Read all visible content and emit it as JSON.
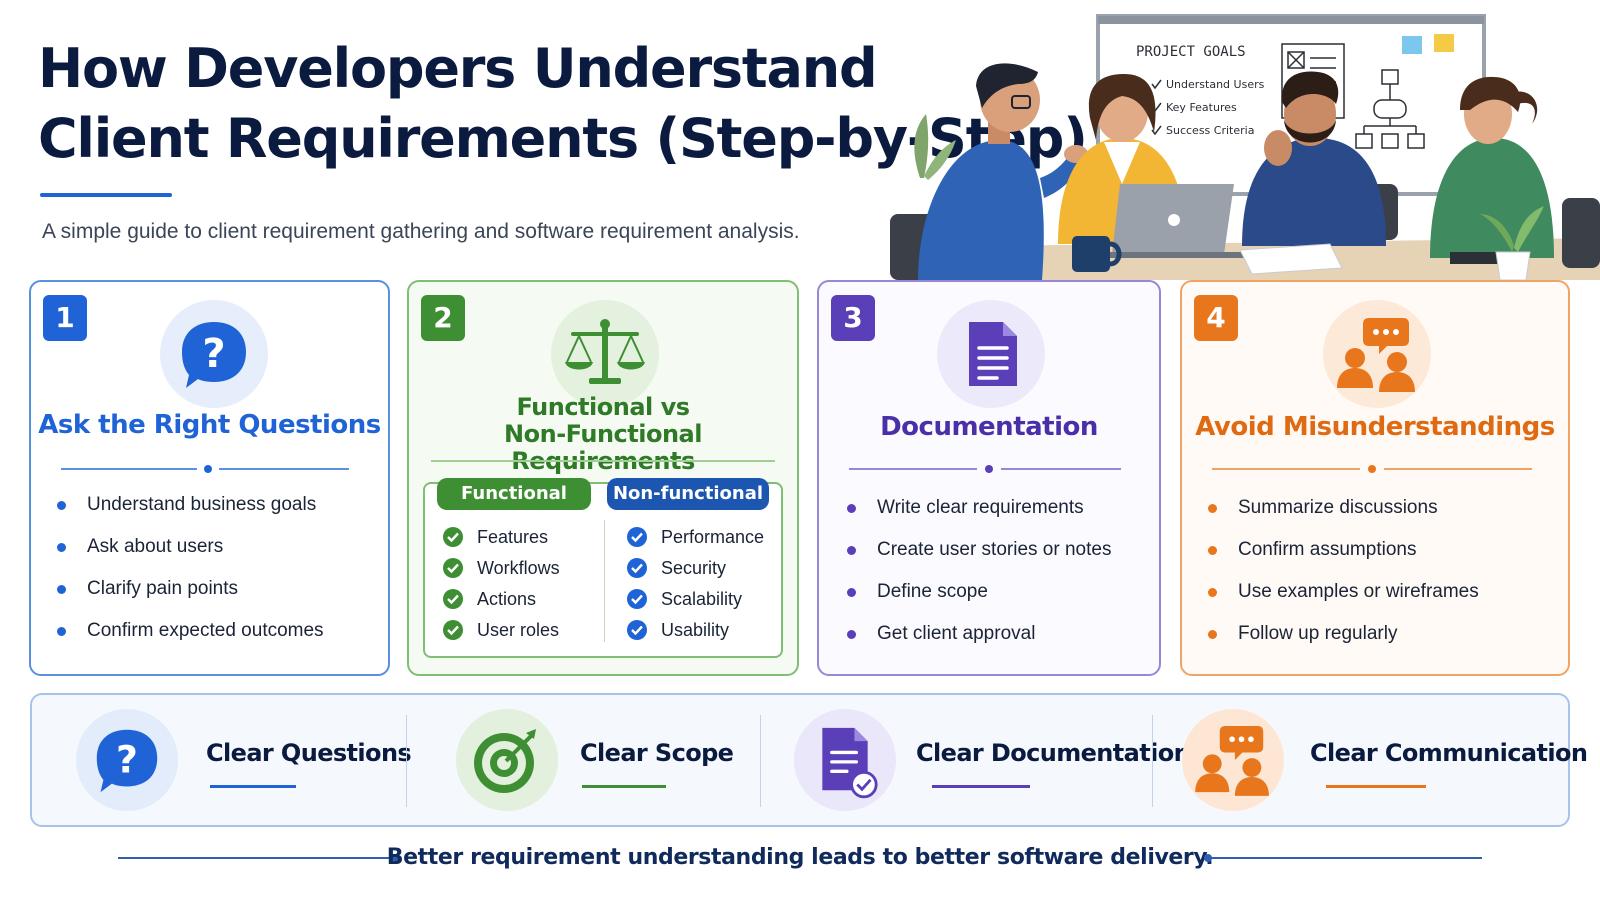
{
  "header": {
    "title_line1": "How Developers Understand",
    "title_line2": "Client Requirements (Step-by-Step)",
    "subtitle": "A simple guide to client requirement gathering and software requirement analysis."
  },
  "whiteboard": {
    "heading": "PROJECT GOALS",
    "items": [
      "Understand Users",
      "Key Features",
      "Success Criteria"
    ]
  },
  "steps": [
    {
      "number": "1",
      "title": "Ask the Right Questions",
      "icon": "question-bubble-icon",
      "color": "#1f63d6",
      "bullets": [
        "Understand business goals",
        "Ask about users",
        "Clarify pain points",
        "Confirm expected outcomes"
      ]
    },
    {
      "number": "2",
      "title_line1": "Functional vs",
      "title_line2": "Non-Functional Requirements",
      "icon": "balance-scale-icon",
      "color": "#3e8f34",
      "functional": {
        "label": "Functional",
        "items": [
          "Features",
          "Workflows",
          "Actions",
          "User roles"
        ]
      },
      "non_functional": {
        "label": "Non-functional",
        "items": [
          "Performance",
          "Security",
          "Scalability",
          "Usability"
        ]
      }
    },
    {
      "number": "3",
      "title": "Documentation",
      "icon": "document-icon",
      "color": "#5b3fb8",
      "bullets": [
        "Write clear requirements",
        "Create user stories or notes",
        "Define scope",
        "Get client approval"
      ]
    },
    {
      "number": "4",
      "title": "Avoid Misunderstandings",
      "icon": "people-chat-icon",
      "color": "#e8761c",
      "bullets": [
        "Summarize discussions",
        "Confirm assumptions",
        "Use examples or wireframes",
        "Follow up regularly"
      ]
    }
  ],
  "summary": [
    {
      "label": "Clear Questions",
      "icon": "question-bubble-icon",
      "color": "#1f63d6"
    },
    {
      "label": "Clear Scope",
      "icon": "target-icon",
      "color": "#3e8f34"
    },
    {
      "label": "Clear Documentation",
      "icon": "document-check-icon",
      "color": "#5b3fb8"
    },
    {
      "label": "Clear Communication",
      "icon": "people-chat-icon",
      "color": "#e8761c"
    }
  ],
  "footer": "Better requirement understanding leads to better software delivery."
}
